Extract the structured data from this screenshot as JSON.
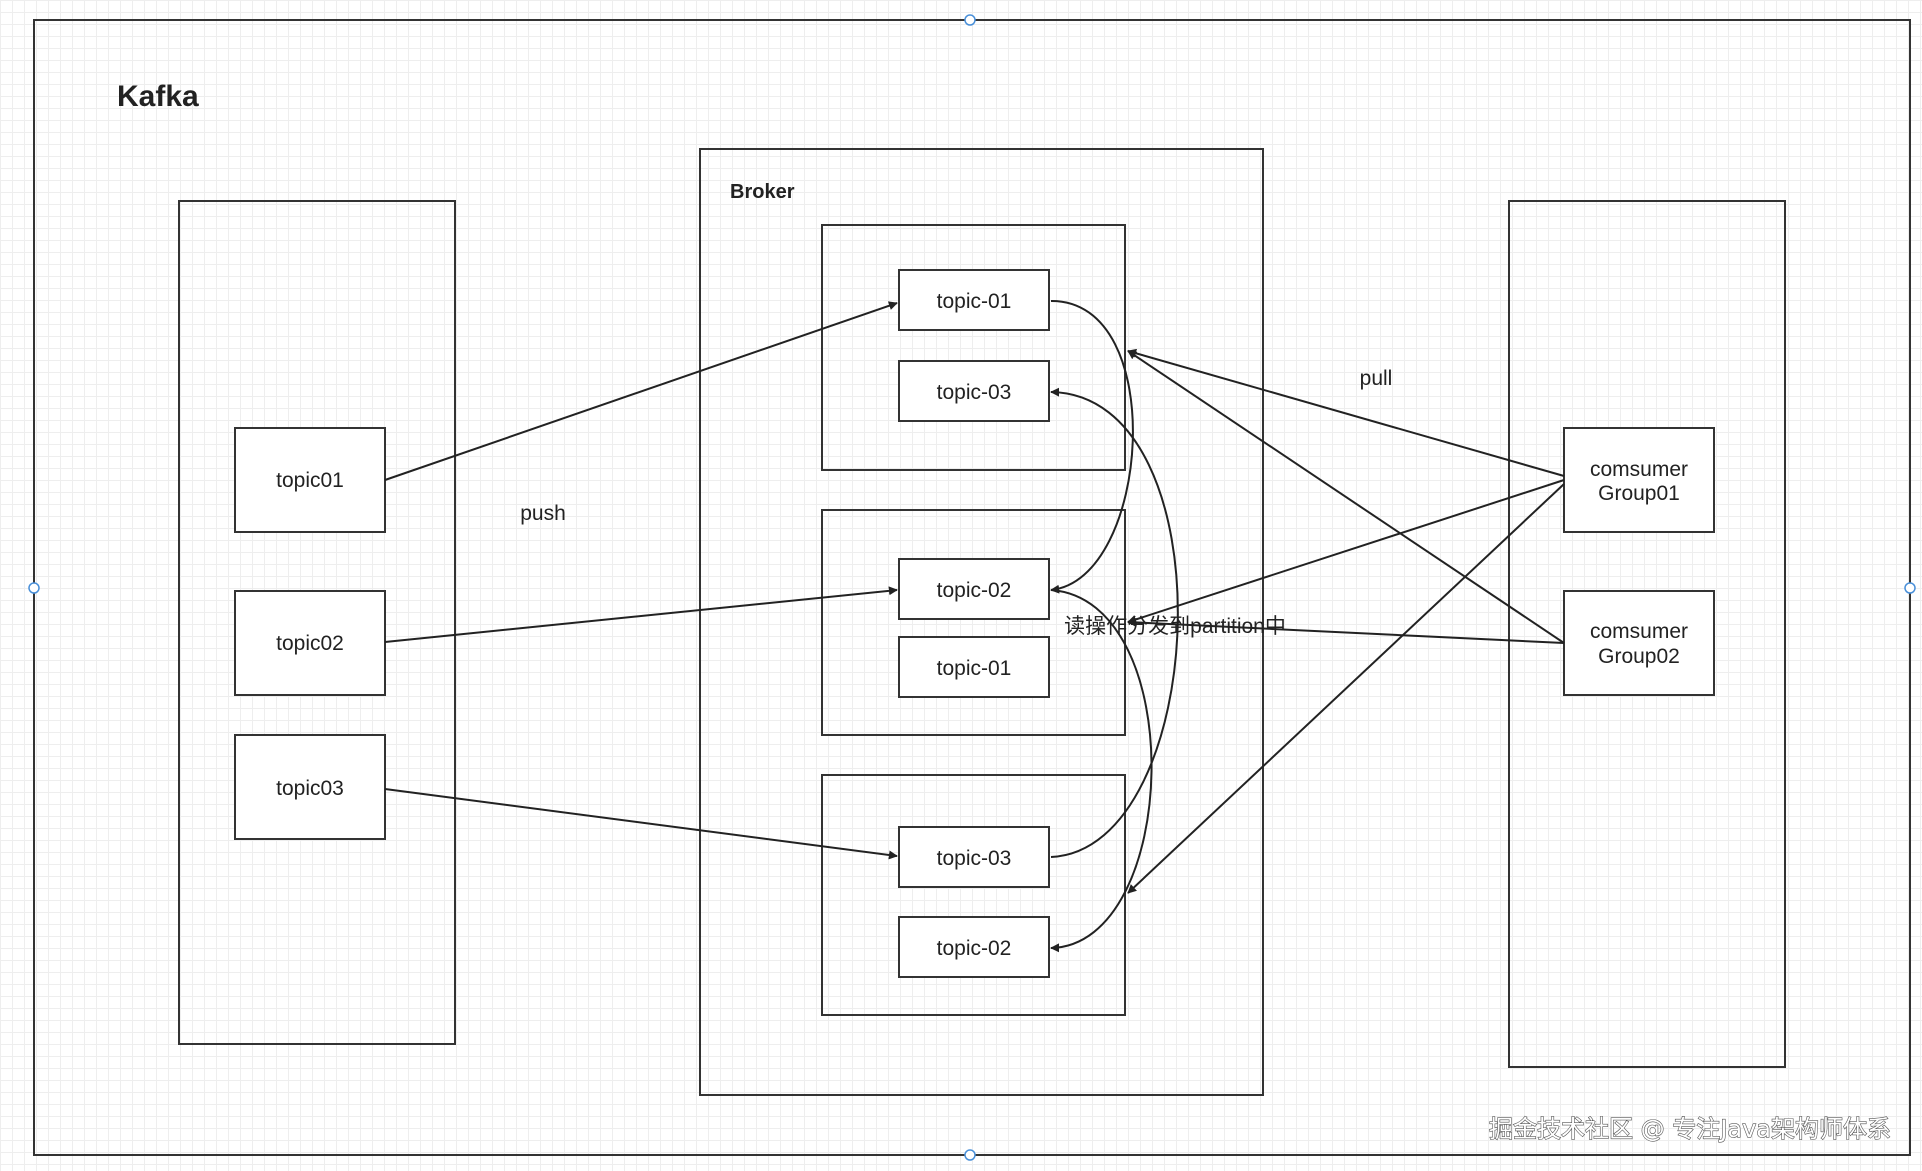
{
  "diagram": {
    "title": "Kafka",
    "broker_label": "Broker",
    "producers": [
      "topic01",
      "topic02",
      "topic03"
    ],
    "broker_partitions": [
      [
        "topic-01",
        "topic-03"
      ],
      [
        "topic-02",
        "topic-01"
      ],
      [
        "topic-03",
        "topic-02"
      ]
    ],
    "consumers": [
      [
        "comsumer",
        "Group01"
      ],
      [
        "comsumer",
        "Group02"
      ]
    ],
    "edge_labels": {
      "push": "push",
      "pull": "pull",
      "dispatch": "读操作分发到partition中"
    }
  },
  "watermark": "掘金技术社区 @ 专注Java架构师体系"
}
